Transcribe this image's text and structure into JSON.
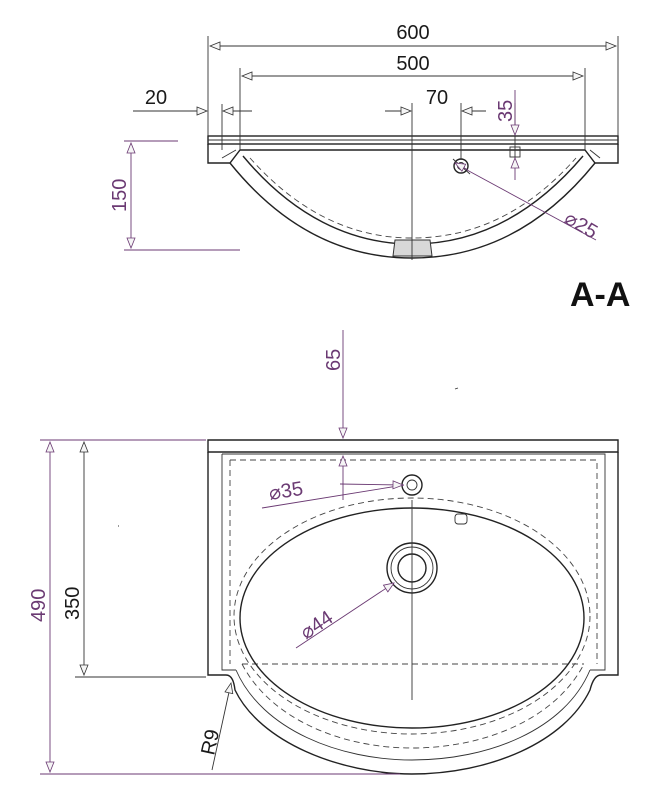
{
  "section_label": "A-A",
  "dimensions": {
    "overall_width": "600",
    "bowl_width": "500",
    "edge_offset": "20",
    "tap_offset": "70",
    "tap_depth": "35",
    "depth": "150",
    "overflow_diameter": "⌀25",
    "back_to_tap": "65",
    "tap_hole_diameter": "⌀35",
    "drain_diameter": "⌀44",
    "overall_length": "490",
    "back_length": "350",
    "corner_radius": "R9"
  },
  "colors": {
    "line": "#222222",
    "dimension_purple": "#6b3a73"
  }
}
